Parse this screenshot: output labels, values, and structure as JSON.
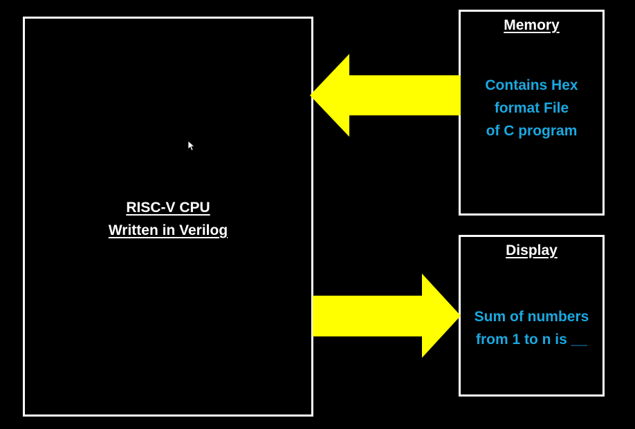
{
  "cpu": {
    "line1": "RISC-V CPU",
    "line2": "Written in Verilog"
  },
  "memory": {
    "title": "Memory",
    "lines": [
      "Contains Hex",
      "format File",
      "of C program"
    ]
  },
  "display": {
    "title": "Display",
    "lines": [
      "Sum of numbers",
      "from 1 to n is __"
    ]
  },
  "colors": {
    "background": "#000000",
    "border": "#ffffff",
    "arrow": "#ffff00",
    "body_text": "#1ba8e0"
  },
  "arrows": [
    {
      "from": "memory",
      "to": "cpu"
    },
    {
      "from": "cpu",
      "to": "display"
    }
  ]
}
